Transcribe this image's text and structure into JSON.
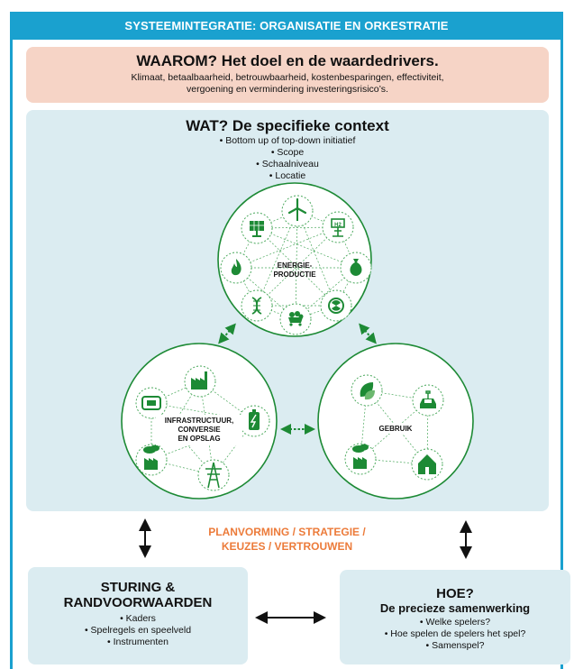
{
  "header": {
    "title": "SYSTEEMINTEGRATIE: ORGANISATIE EN ORKESTRATIE"
  },
  "why": {
    "title": "WAAROM? Het doel en de waardedrivers.",
    "line1": "Klimaat, betaalbaarheid, betrouwbaarheid, kostenbesparingen, effectiviteit,",
    "line2": "vergoening en vermindering investeringsrisico’s."
  },
  "what": {
    "title": "WAT? De specifieke context",
    "bullets": [
      "• Bottom up of top-down initiatief",
      "• Scope",
      "• Schaalniveau",
      "• Locatie"
    ]
  },
  "circles": {
    "production": {
      "line1": "ENERGIE-",
      "line2": "PRODUCTIE",
      "icons": [
        "solar-panel-icon",
        "wind-turbine-icon",
        "hydrogen-icon",
        "waste-bag-icon",
        "nuclear-icon",
        "coal-cart-icon",
        "biomass-icon",
        "fire-icon"
      ]
    },
    "infra": {
      "line1": "INFRASTRUCTUUR,",
      "line2": "CONVERSIE",
      "line3": "EN OPSLAG",
      "icons": [
        "factory-icon",
        "battery-icon",
        "pylon-icon",
        "gas-plant-icon",
        "converter-icon"
      ]
    },
    "use": {
      "label": "GEBRUIK",
      "icons": [
        "leaf-icon",
        "electric-car-icon",
        "house-icon",
        "industry-icon"
      ]
    }
  },
  "middle": {
    "line1": "PLANVORMING / STRATEGIE /",
    "line2": "KEUZES / VERTROUWEN"
  },
  "sturing": {
    "title1": "STURING &",
    "title2": "RANDVOORWAARDEN",
    "bullets": [
      "• Kaders",
      "• Spelregels en speelveld",
      "• Instrumenten"
    ]
  },
  "hoe": {
    "title": "HOE?",
    "subtitle": "De precieze samenwerking",
    "bullets": [
      "• Welke spelers?",
      "• Hoe spelen de spelers het spel?",
      "• Samenspel?"
    ]
  },
  "colors": {
    "blue": "#1aa1cf",
    "green": "#1d8a35",
    "orange": "#ec7b3a",
    "peach": "#f6d4c6",
    "panel": "#dbecf1"
  }
}
